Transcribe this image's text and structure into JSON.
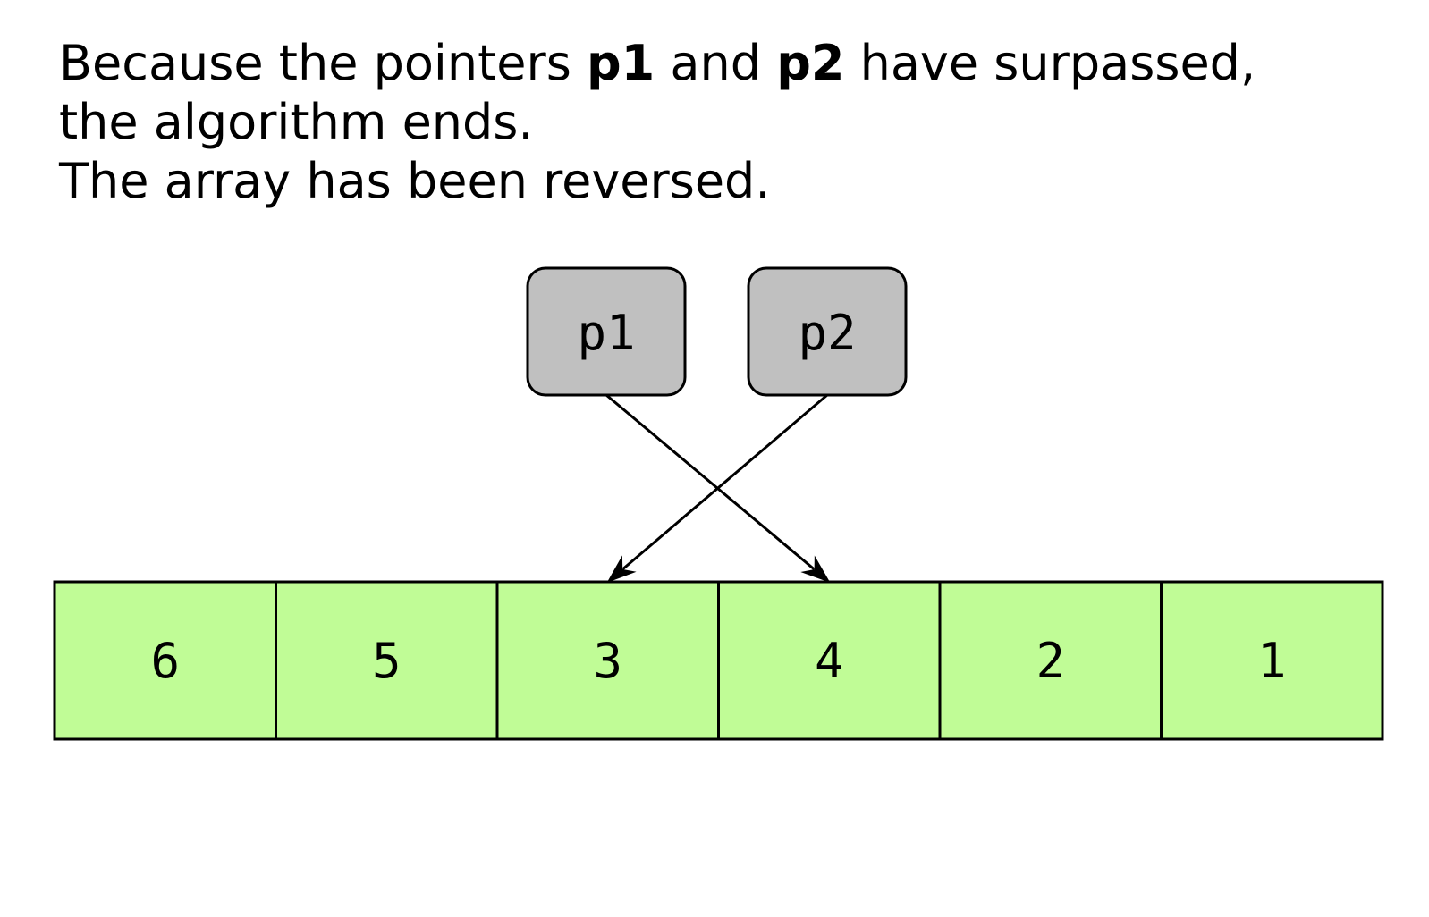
{
  "caption": {
    "line1": {
      "part1": "Because the pointers ",
      "bold1": "p1",
      "part2": " and ",
      "bold2": "p2",
      "part3": " have surpassed,"
    },
    "line2": "the algorithm ends.",
    "line3": "The array has been reversed."
  },
  "pointers": [
    {
      "label": "p1",
      "target_index": 3
    },
    {
      "label": "p2",
      "target_index": 2
    }
  ],
  "array": {
    "cells": [
      "6",
      "5",
      "3",
      "4",
      "2",
      "1"
    ]
  },
  "colors": {
    "cell_fill": "#c0fc96",
    "pointer_fill": "#c0c0c0",
    "stroke": "#000000"
  }
}
